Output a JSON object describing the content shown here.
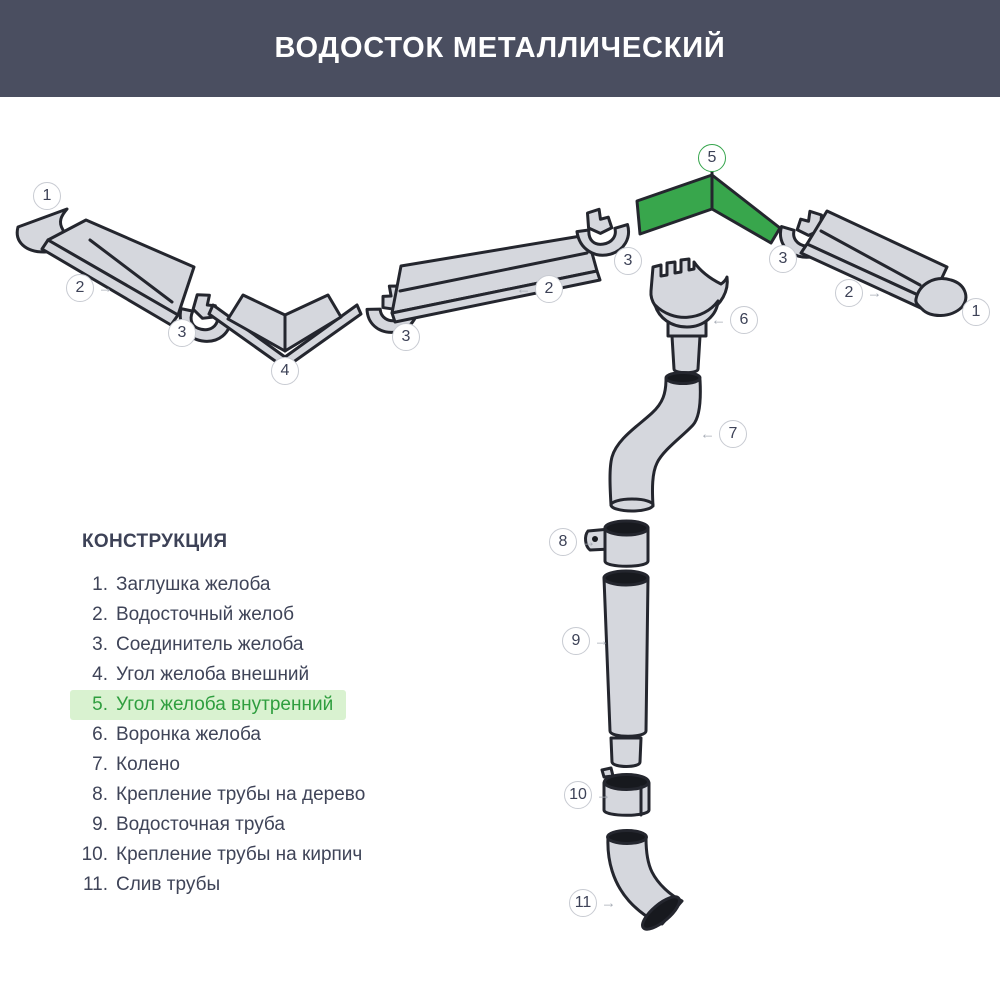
{
  "header": {
    "title": "ВОДОСТОК МЕТАЛЛИЧЕСКИЙ"
  },
  "legend": {
    "title": "КОНСТРУКЦИЯ",
    "items": [
      {
        "num": "1.",
        "label": "Заглушка желоба",
        "highlighted": false
      },
      {
        "num": "2.",
        "label": "Водосточный желоб",
        "highlighted": false
      },
      {
        "num": "3.",
        "label": "Соединитель желоба",
        "highlighted": false
      },
      {
        "num": "4.",
        "label": "Угол желоба внешний",
        "highlighted": false
      },
      {
        "num": "5.",
        "label": "Угол желоба внутренний",
        "highlighted": true
      },
      {
        "num": "6.",
        "label": "Воронка желоба",
        "highlighted": false
      },
      {
        "num": "7.",
        "label": "Колено",
        "highlighted": false
      },
      {
        "num": "8.",
        "label": "Крепление трубы на дерево",
        "highlighted": false
      },
      {
        "num": "9.",
        "label": "Водосточная труба",
        "highlighted": false
      },
      {
        "num": "10.",
        "label": "Крепление трубы на кирпич",
        "highlighted": false
      },
      {
        "num": "11.",
        "label": "Слив трубы",
        "highlighted": false
      }
    ]
  },
  "diagram": {
    "callouts": [
      {
        "label": "1"
      },
      {
        "label": "2"
      },
      {
        "label": "3"
      },
      {
        "label": "4"
      },
      {
        "label": "3"
      },
      {
        "label": "2"
      },
      {
        "label": "3"
      },
      {
        "label": "5"
      },
      {
        "label": "3"
      },
      {
        "label": "2"
      },
      {
        "label": "1"
      },
      {
        "label": "6"
      },
      {
        "label": "7"
      },
      {
        "label": "8"
      },
      {
        "label": "9"
      },
      {
        "label": "10"
      },
      {
        "label": "11"
      }
    ]
  },
  "icons": {
    "arrow_left": "←",
    "arrow_right": "→"
  },
  "colors": {
    "header_bg": "#4a4e60",
    "part_fill": "#d5d7dd",
    "part_stroke": "#24262e",
    "accent_green": "#38a64c",
    "highlight_bg": "#d9f2d0",
    "highlight_text": "#2f9e3f"
  }
}
